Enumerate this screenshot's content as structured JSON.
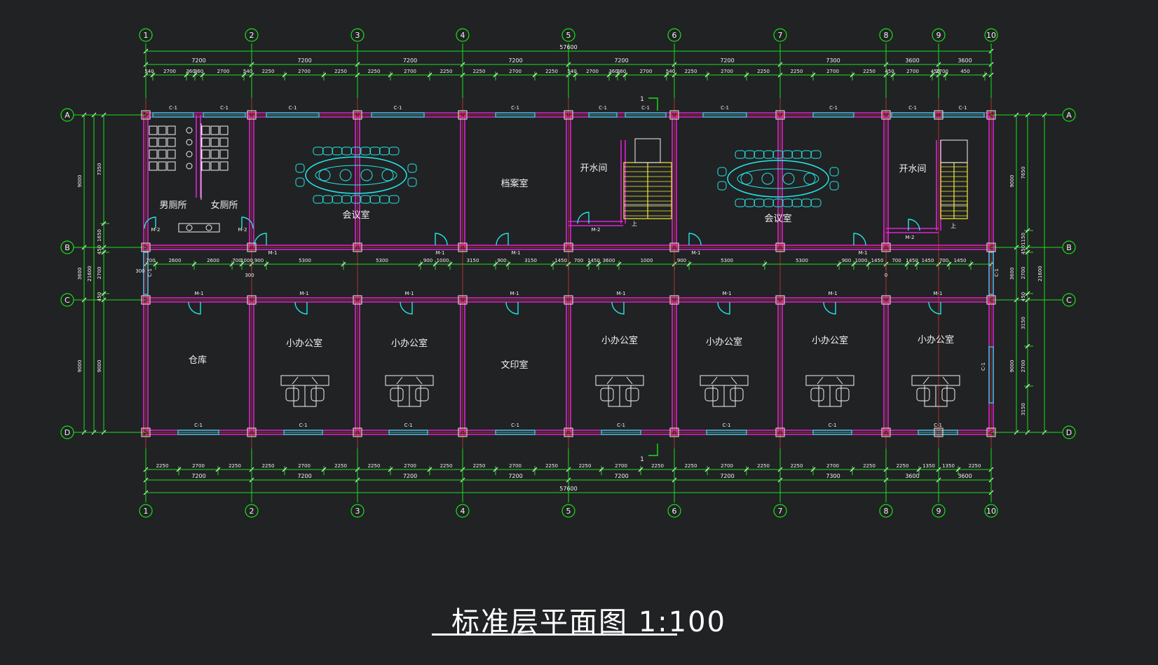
{
  "drawing": {
    "title": "标准层平面图 1:100",
    "total_length": "57600",
    "total_depth": "21600"
  },
  "axes": {
    "x_labels": [
      "1",
      "2",
      "3",
      "4",
      "5",
      "6",
      "7",
      "8",
      "9",
      "10"
    ],
    "y_labels": [
      "A",
      "B",
      "C",
      "D"
    ]
  },
  "dimensions": {
    "bay_top": [
      "7200",
      "7200",
      "7200",
      "7200",
      "7200",
      "7200",
      "7300",
      "3600",
      "3600"
    ],
    "bay_bottom": [
      "7200",
      "7200",
      "7200",
      "7200",
      "7200",
      "7200",
      "7300",
      "3600",
      "3600"
    ],
    "openings_top": [
      "540",
      "2700",
      "360",
      "360",
      "2700",
      "540",
      "2250",
      "2700",
      "2250",
      "2250",
      "2700",
      "2250",
      "2250",
      "2700",
      "2250",
      "540",
      "2700",
      "360",
      "360",
      "2700",
      "540",
      "2250",
      "2700",
      "2250",
      "2250",
      "2700",
      "2250",
      "450",
      "2700",
      "450",
      "2700",
      "450"
    ],
    "openings_bottom": [
      "2250",
      "2700",
      "2250",
      "2250",
      "2700",
      "2250",
      "2250",
      "2700",
      "2250",
      "2250",
      "2700",
      "2250",
      "2250",
      "2700",
      "2250",
      "2250",
      "2700",
      "2250",
      "2250",
      "2700",
      "2250",
      "2250",
      "1350",
      "1350",
      "2250"
    ],
    "corridor": [
      "700",
      "2600",
      "2600",
      "700",
      "1000",
      "900",
      "5300",
      "5300",
      "900",
      "1000",
      "3150",
      "900",
      "3150",
      "1450",
      "700",
      "1450",
      "3600",
      "1000",
      "900",
      "5300",
      "5300",
      "900",
      "1000",
      "1450",
      "700",
      "1450",
      "1450",
      "700",
      "1450"
    ],
    "left_overall": [
      "9000",
      "3600",
      "9000"
    ],
    "left_detail": [
      "7350",
      "1650",
      "450",
      "2700",
      "450",
      "9000"
    ],
    "right_overall": [
      "9000",
      "3600",
      "9000"
    ],
    "right_detail": [
      "7650",
      "1150",
      "450",
      "2700",
      "450",
      "3150",
      "2700",
      "3150"
    ],
    "misc": [
      "300",
      "300",
      "0"
    ]
  },
  "rooms": [
    "男厕所",
    "女厕所",
    "会议室",
    "档案室",
    "开水间",
    "会议室",
    "开水间",
    "仓库",
    "小办公室",
    "小办公室",
    "文印室",
    "小办公室",
    "小办公室",
    "小办公室",
    "小办公室"
  ],
  "tags": {
    "window": "C-1",
    "door1": "M-1",
    "door2": "M-2",
    "section": "1",
    "stair_up": "上"
  }
}
